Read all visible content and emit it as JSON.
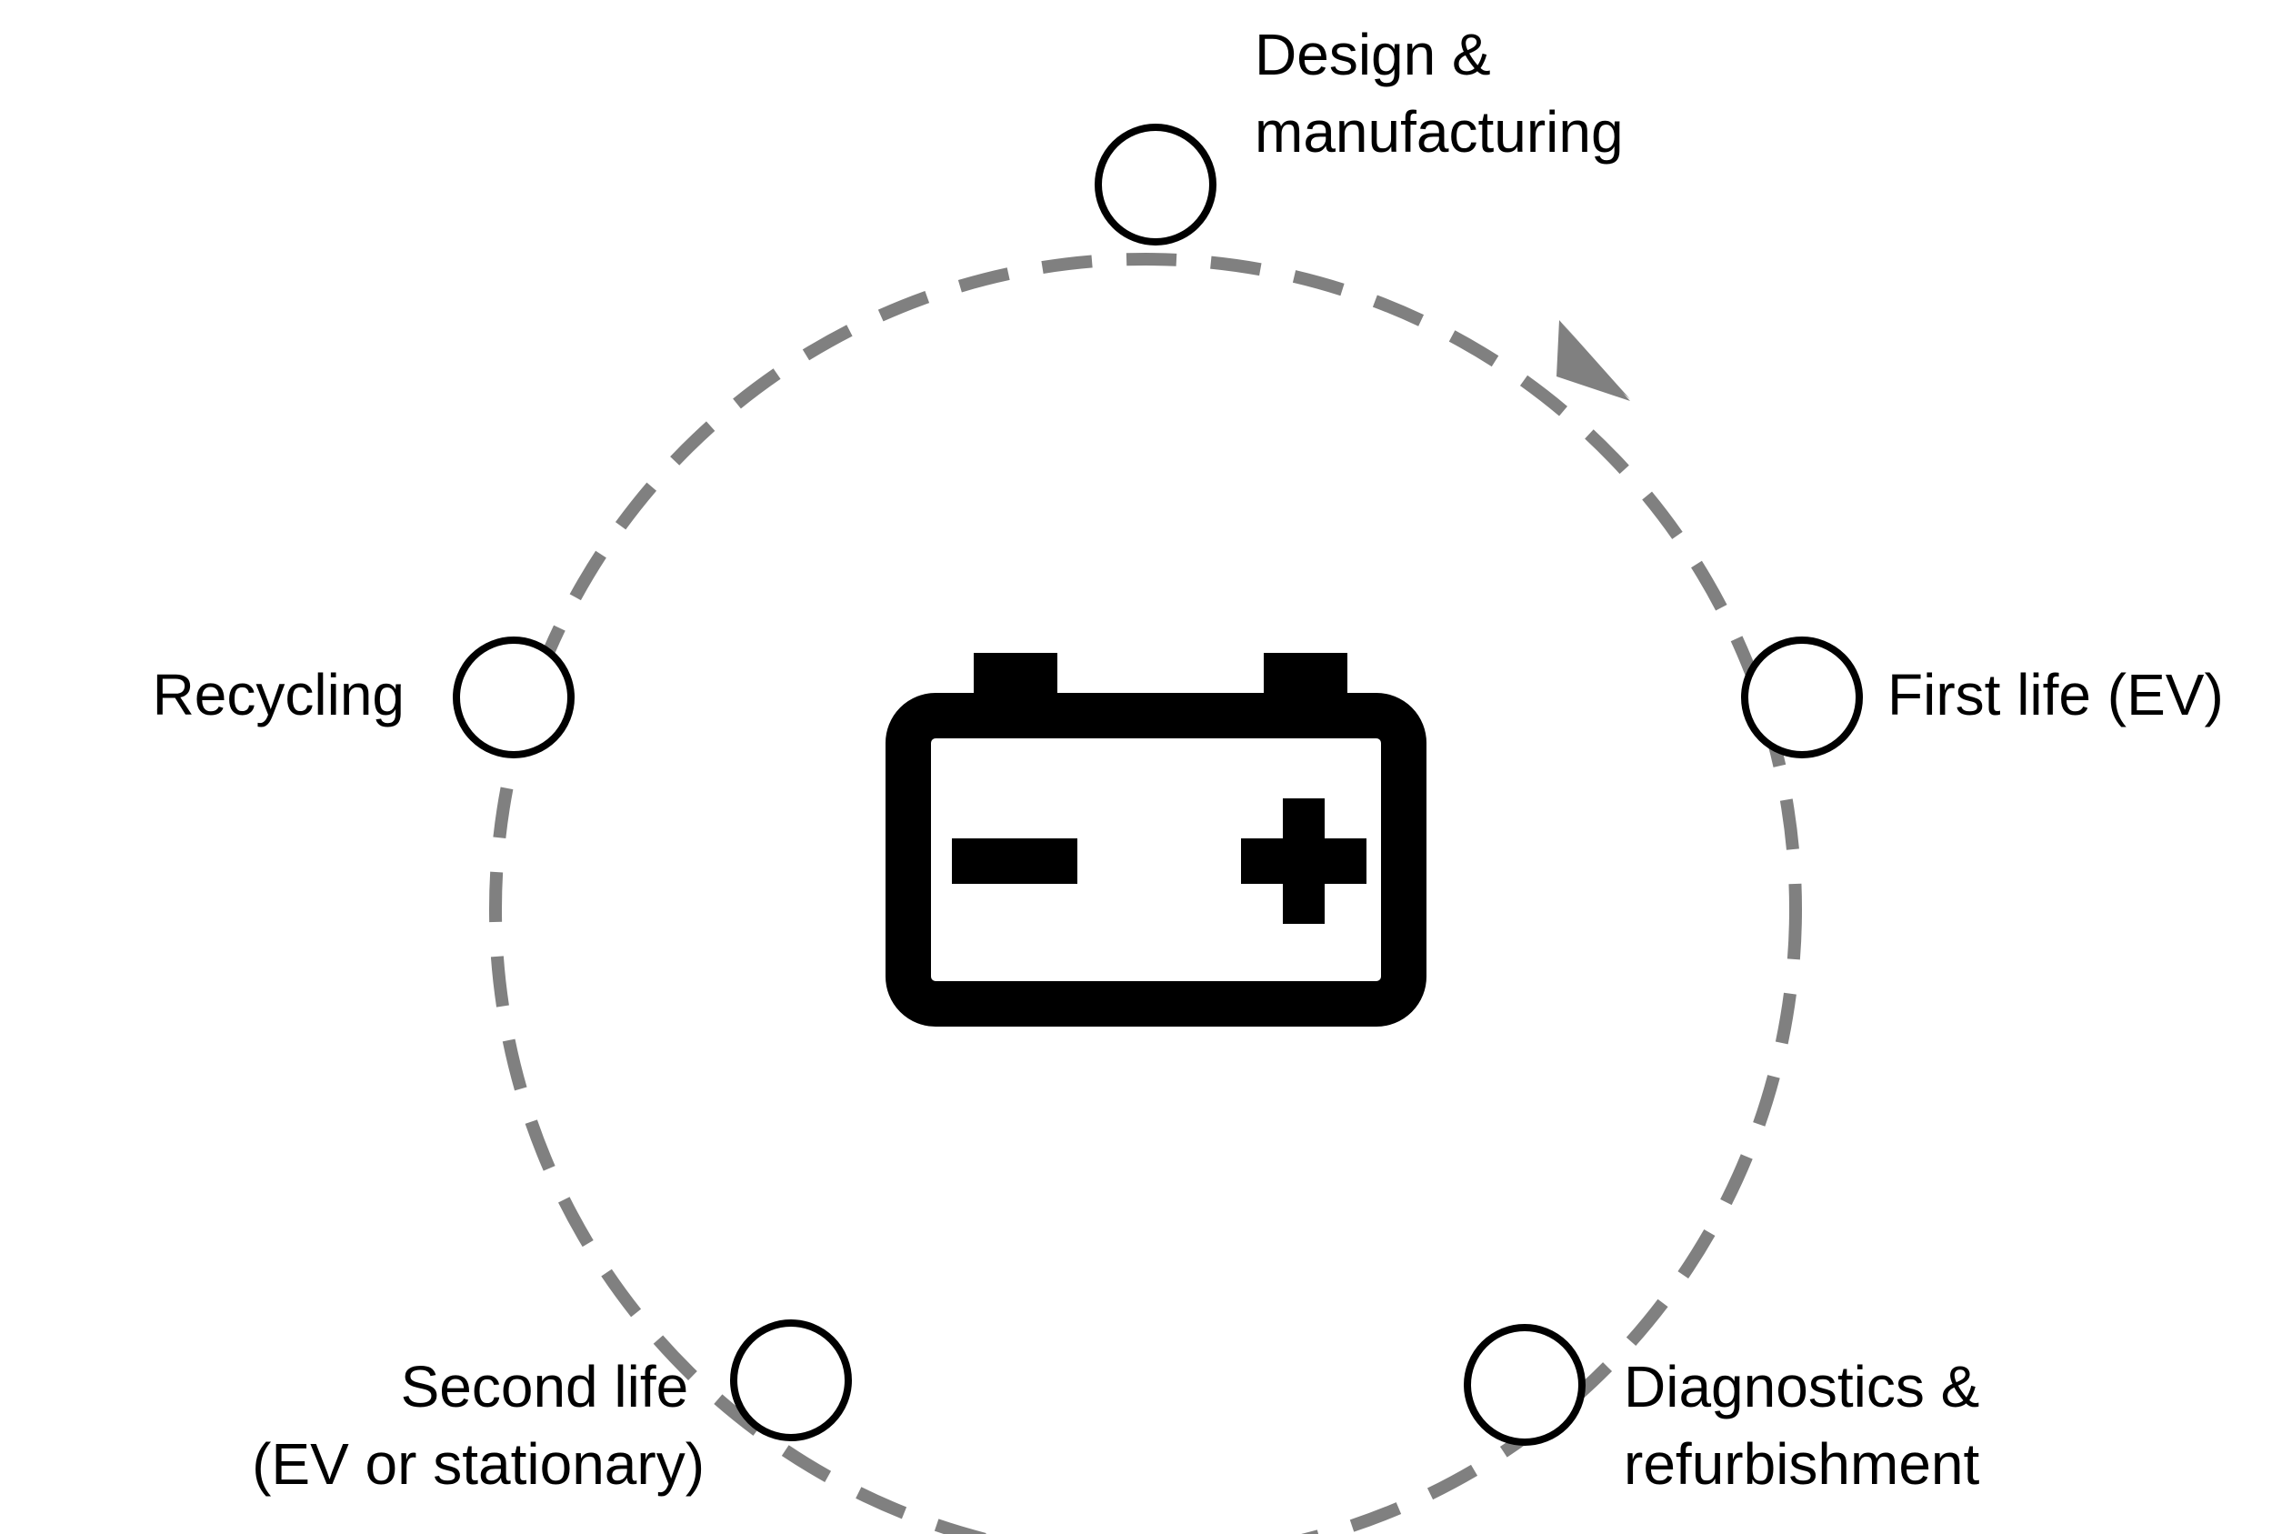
{
  "stages": [
    {
      "id": "design",
      "lines": [
        "Design &",
        "manufacturing"
      ]
    },
    {
      "id": "first-life",
      "lines": [
        "First life (EV)"
      ]
    },
    {
      "id": "diagnostics",
      "lines": [
        "Diagnostics &",
        "refurbishment"
      ]
    },
    {
      "id": "second-life",
      "lines": [
        "Second life",
        "(EV or stationary)"
      ]
    },
    {
      "id": "recycling",
      "lines": [
        "Recycling"
      ]
    }
  ],
  "center_icon": "battery-icon",
  "flow_direction": "clockwise",
  "colors": {
    "cycle_line": "#808080",
    "node_stroke": "#000000",
    "node_fill": "#ffffff",
    "icon": "#000000",
    "text": "#000000"
  }
}
